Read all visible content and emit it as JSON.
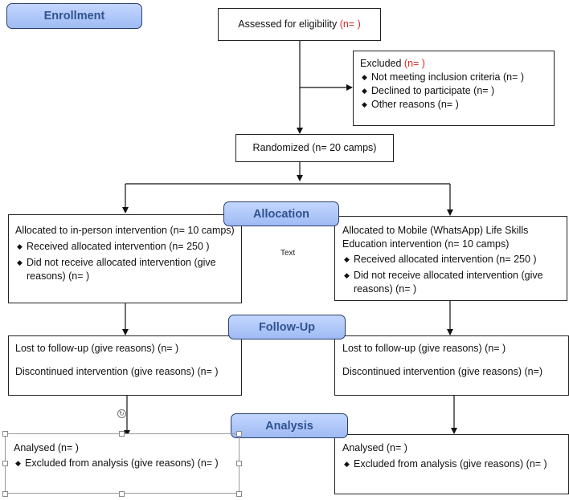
{
  "stages": {
    "enrollment": "Enrollment",
    "allocation": "Allocation",
    "follow_up": "Follow-Up",
    "analysis": "Analysis"
  },
  "assessed": {
    "label": "Assessed for eligibility ",
    "count": "(n= )"
  },
  "excluded": {
    "label": "Excluded ",
    "count": "(n=   )",
    "items": [
      "Not meeting inclusion criteria (n=  )",
      "Declined to participate (n=  )",
      "Other reasons (n=  )"
    ]
  },
  "randomized": "Randomized (n= 20 camps)",
  "left_allocation": {
    "title": "Allocated to in-person intervention (n= 10 camps)",
    "items": [
      "Received allocated intervention (n= 250 )",
      "Did not receive allocated intervention (give reasons) (n=  )"
    ]
  },
  "right_allocation": {
    "title": "Allocated to Mobile (WhatsApp) Life Skills Education intervention (n= 10 camps)",
    "items": [
      "Received allocated intervention (n= 250 )",
      "Did not receive allocated intervention (give reasons) (n=  )"
    ]
  },
  "free_text": "Text",
  "left_followup": {
    "lost": "Lost to follow-up (give reasons) (n=  )",
    "discontinued": "Discontinued intervention (give reasons) (n=  )"
  },
  "right_followup": {
    "lost": "Lost to follow-up (give reasons) (n= )",
    "discontinued": "Discontinued intervention (give reasons) (n=)"
  },
  "left_analysis": {
    "analysed": "Analysed (n=  )",
    "excluded": "Excluded from analysis (give reasons) (n=  )"
  },
  "right_analysis": {
    "analysed": "Analysed (n=  )",
    "excluded": "Excluded from analysis (give reasons) (n=  )"
  },
  "colors": {
    "stage_fill": "#a9c4f7",
    "stage_text": "#31538f",
    "highlight": "#e02424"
  }
}
